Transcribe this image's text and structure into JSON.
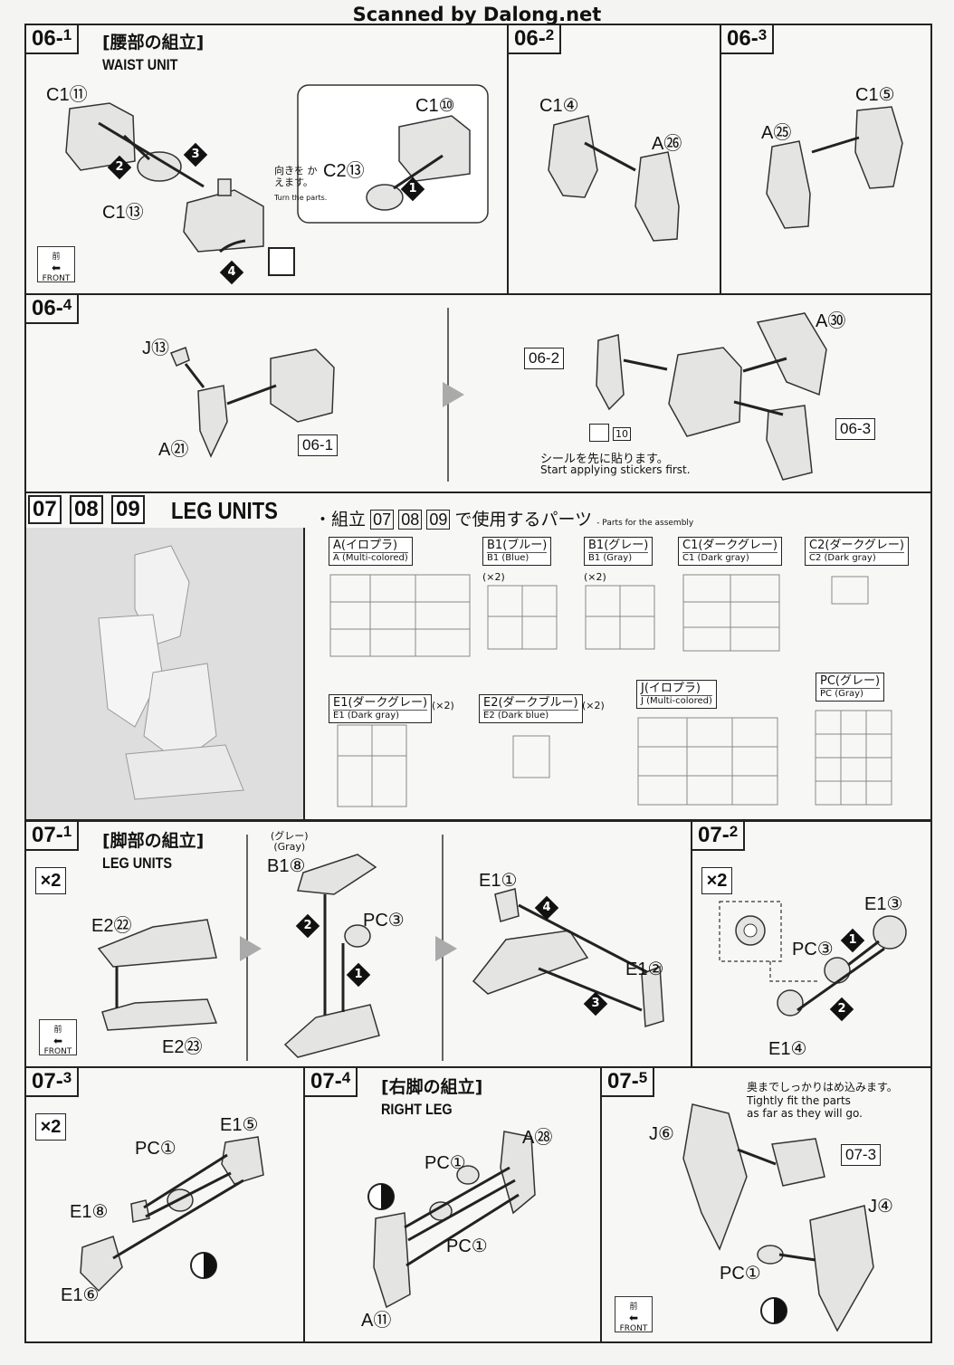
{
  "header": {
    "scan_credit": "Scanned by Dalong.net"
  },
  "step_06_1": {
    "num": "06",
    "sub": "1",
    "title_jp": "[腰部の組立]",
    "title_en": "WAIST UNIT",
    "labels": [
      "C1⑪",
      "C1⑩",
      "C2⑬",
      "C1⑬"
    ],
    "note_jp": "向きを かえます。",
    "note_en": "Turn the parts.",
    "front_jp": "前",
    "front_en": "FRONT"
  },
  "step_06_2": {
    "num": "06",
    "sub": "2",
    "labels": [
      "C1④",
      "A㉖"
    ]
  },
  "step_06_3": {
    "num": "06",
    "sub": "3",
    "labels": [
      "C1⑤",
      "A㉕"
    ]
  },
  "step_06_4": {
    "num": "06",
    "sub": "4",
    "labels": [
      "J⑬",
      "A㉑",
      "A㉚"
    ],
    "refs": [
      "06-1",
      "06-2",
      "06-3"
    ],
    "sticker_no": "10",
    "note_jp": "シールを先に貼ります。",
    "note_en": "Start applying stickers first."
  },
  "leg_units": {
    "nums": [
      "07",
      "08",
      "09"
    ],
    "title": "LEG UNITS",
    "parts_jp": "・組立",
    "parts_jp2": "で使用するパーツ",
    "parts_en": "- Parts for the assembly",
    "runners": [
      {
        "jp": "A(イロプラ)",
        "en": "A (Multi-colored)",
        "mult": ""
      },
      {
        "jp": "B1(ブルー)",
        "en": "B1 (Blue)",
        "mult": "(×2)"
      },
      {
        "jp": "B1(グレー)",
        "en": "B1 (Gray)",
        "mult": "(×2)"
      },
      {
        "jp": "C1(ダークグレー)",
        "en": "C1 (Dark gray)",
        "mult": ""
      },
      {
        "jp": "C2(ダークグレー)",
        "en": "C2 (Dark gray)",
        "mult": ""
      },
      {
        "jp": "E1(ダークグレー)",
        "en": "E1 (Dark gray)",
        "mult": "(×2)"
      },
      {
        "jp": "E2(ダークブルー)",
        "en": "E2 (Dark blue)",
        "mult": "(×2)"
      },
      {
        "jp": "J(イロプラ)",
        "en": "J (Multi-colored)",
        "mult": ""
      },
      {
        "jp": "PC(グレー)",
        "en": "PC (Gray)",
        "mult": ""
      }
    ]
  },
  "step_07_1": {
    "num": "07",
    "sub": "1",
    "title_jp": "[脚部の組立]",
    "title_en": "LEG UNITS",
    "mult": "×2",
    "gray_jp": "(グレー)",
    "gray_en": "(Gray)",
    "labels": [
      "B1⑧",
      "PC③",
      "E2㉒",
      "E2㉓",
      "E1①",
      "E1②"
    ]
  },
  "step_07_2": {
    "num": "07",
    "sub": "2",
    "mult": "×2",
    "labels": [
      "E1③",
      "PC③",
      "E1④"
    ]
  },
  "step_07_3": {
    "num": "07",
    "sub": "3",
    "mult": "×2",
    "labels": [
      "PC①",
      "E1⑤",
      "E1⑧",
      "E1⑥"
    ]
  },
  "step_07_4": {
    "num": "07",
    "sub": "4",
    "title_jp": "[右脚の組立]",
    "title_en": "RIGHT LEG",
    "labels": [
      "PC①",
      "A㉘",
      "PC①",
      "A⑪"
    ]
  },
  "step_07_5": {
    "num": "07",
    "sub": "5",
    "note_jp": "奥までしっかりはめ込みます。",
    "note_en1": "Tightly fit the parts",
    "note_en2": "as far as they will go.",
    "labels": [
      "J⑥",
      "J④",
      "PC①"
    ],
    "ref": "07-3"
  }
}
